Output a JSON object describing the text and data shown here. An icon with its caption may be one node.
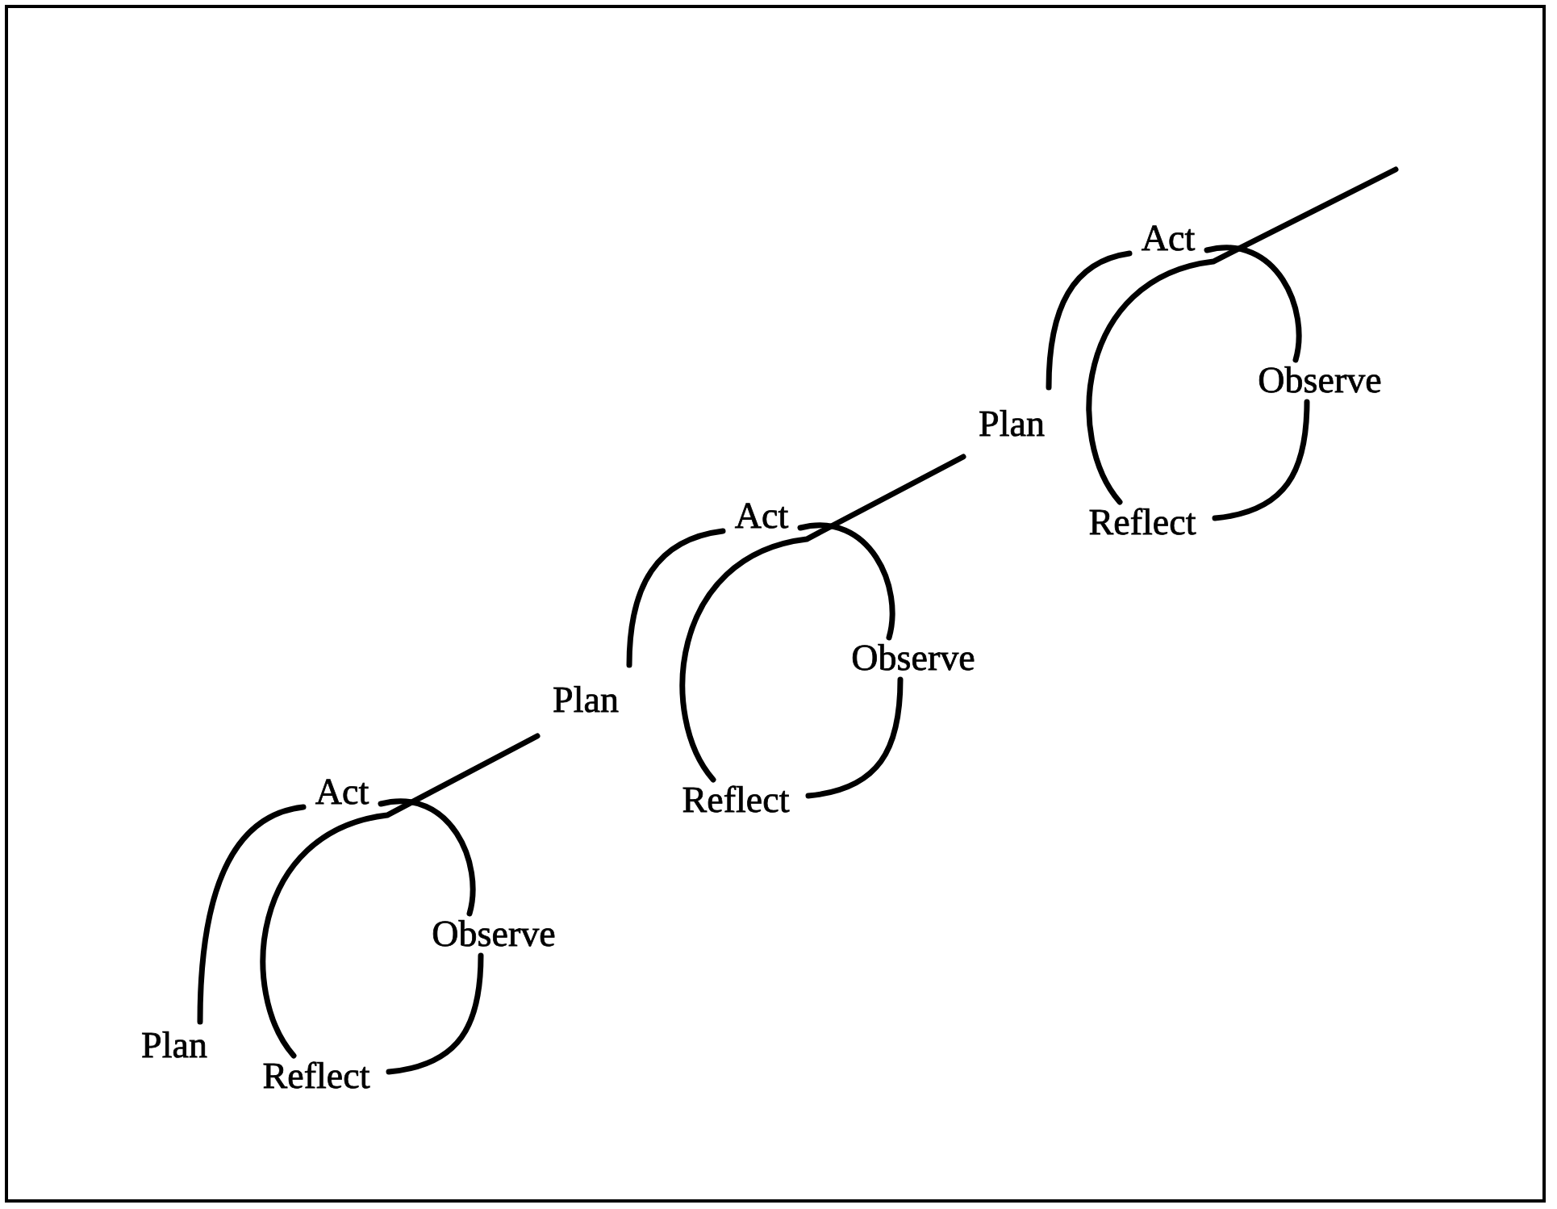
{
  "diagram": {
    "nodes": [
      {
        "text": [
          "Plan"
        ]
      },
      {
        "text": [
          "Act"
        ]
      },
      {
        "text": [
          "Observe"
        ]
      },
      {
        "text": [
          "Reflect"
        ]
      },
      {
        "text": [
          "Plan"
        ]
      },
      {
        "text": [
          "Act"
        ]
      },
      {
        "text": [
          "Observe"
        ]
      },
      {
        "text": [
          "Reflect"
        ]
      },
      {
        "text": [
          "Plan"
        ]
      },
      {
        "text": [
          "Act"
        ]
      },
      {
        "text": [
          "Observe"
        ]
      },
      {
        "text": [
          "Reflect"
        ]
      }
    ],
    "edges": [
      {
        "from": 0,
        "to": 1,
        "arrow": "none"
      },
      {
        "from": 1,
        "to": 2,
        "arrow": "none"
      },
      {
        "from": 2,
        "to": 3,
        "arrow": "none"
      },
      {
        "from": 3,
        "to": 4,
        "arrow": "none"
      },
      {
        "from": 4,
        "to": 5,
        "arrow": "none"
      },
      {
        "from": 5,
        "to": 6,
        "arrow": "none"
      },
      {
        "from": 6,
        "to": 7,
        "arrow": "none"
      },
      {
        "from": 7,
        "to": 8,
        "arrow": "none"
      },
      {
        "from": 8,
        "to": 9,
        "arrow": "none"
      },
      {
        "from": 9,
        "to": 10,
        "arrow": "none"
      },
      {
        "from": 10,
        "to": 11,
        "arrow": "none"
      },
      {
        "from": 11,
        "to": null,
        "arrow": "none"
      }
    ]
  }
}
